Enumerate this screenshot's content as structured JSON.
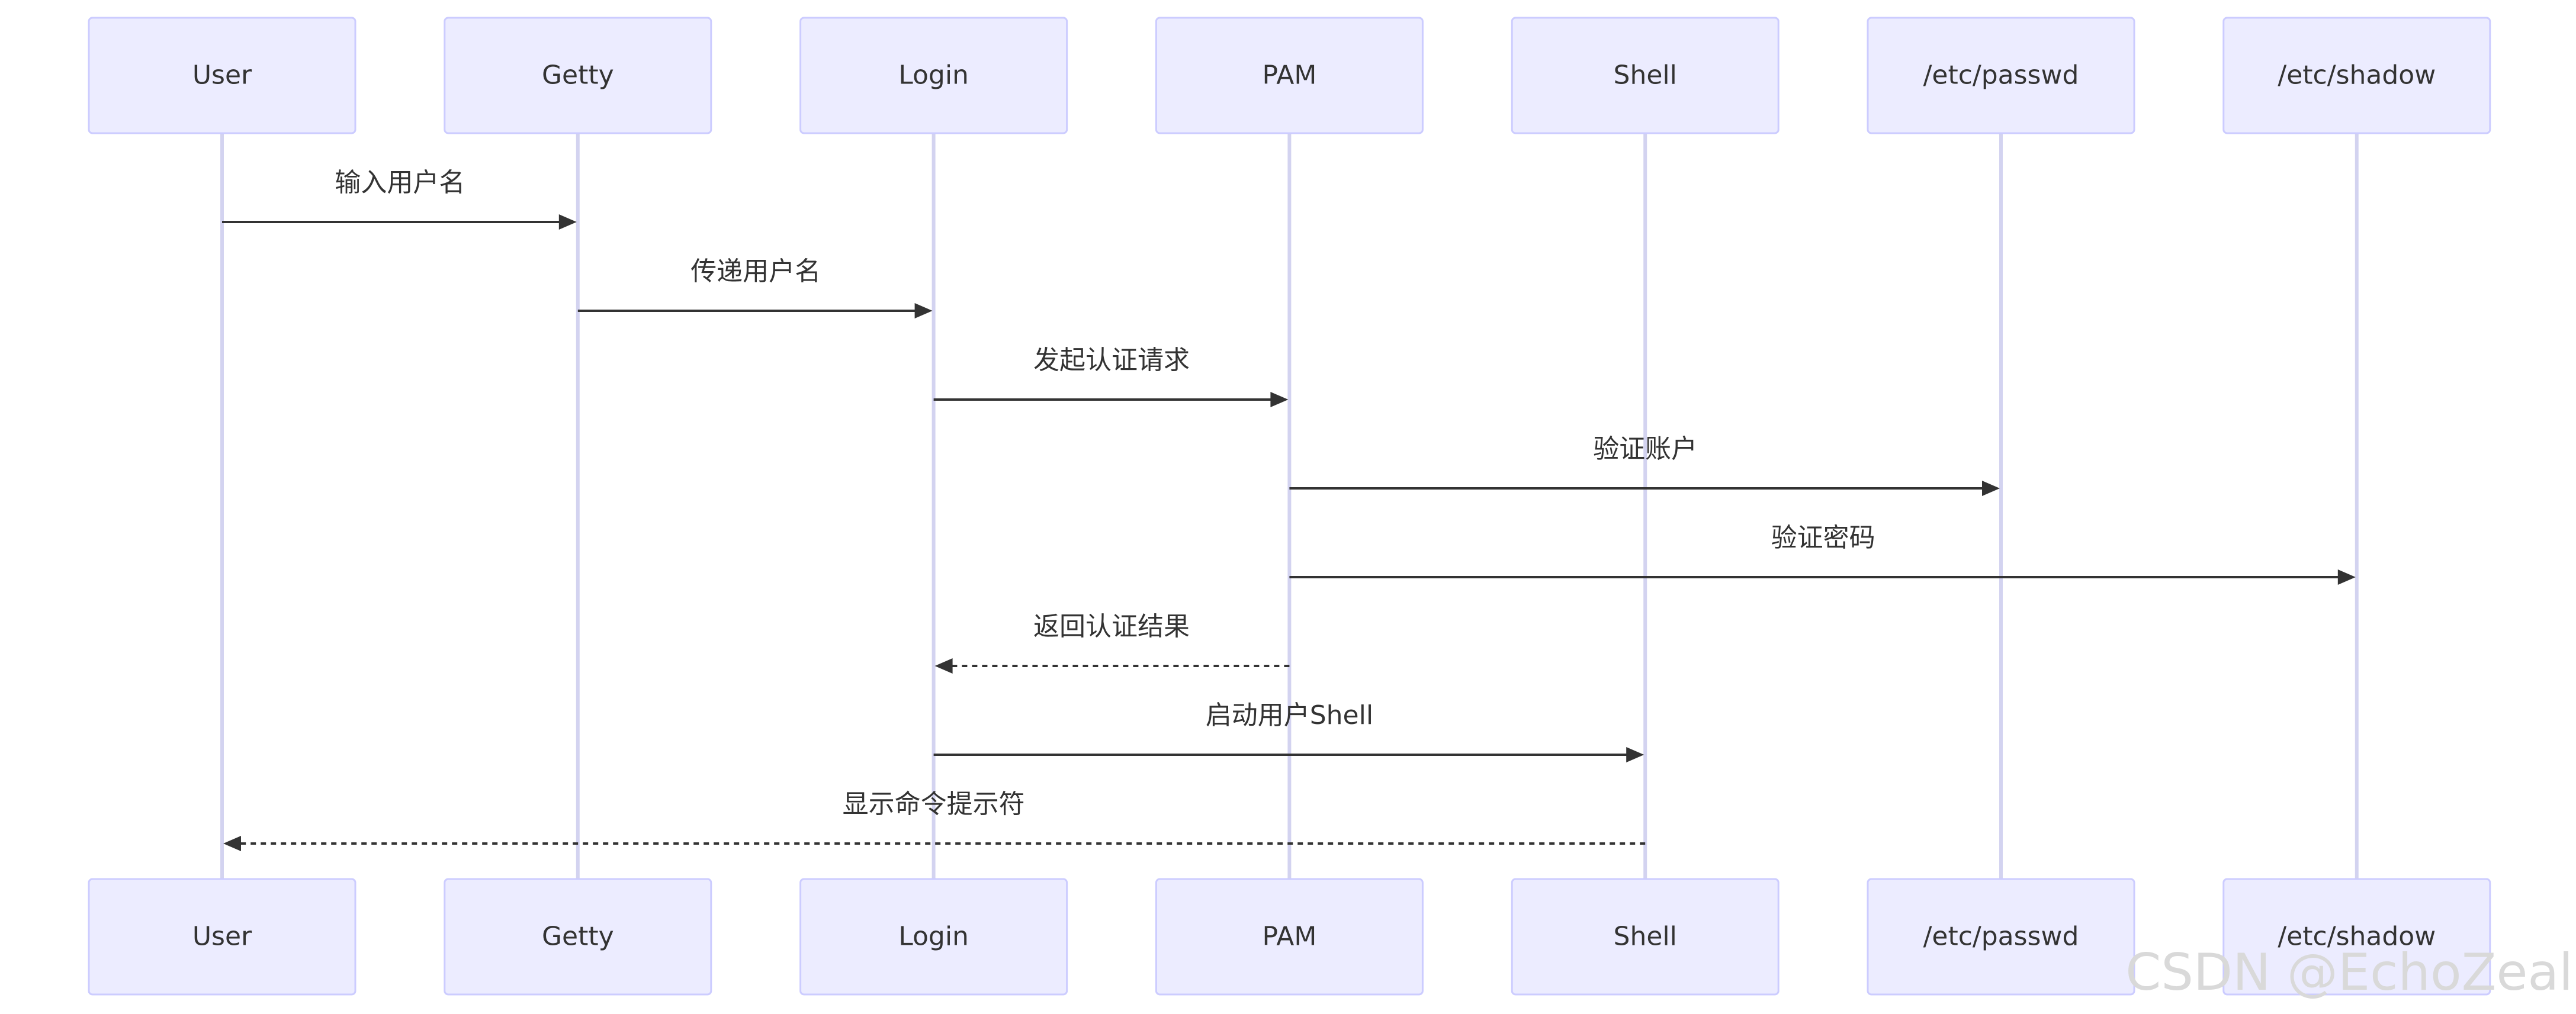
{
  "participants": [
    {
      "id": "user",
      "label": "User"
    },
    {
      "id": "getty",
      "label": "Getty"
    },
    {
      "id": "login",
      "label": "Login"
    },
    {
      "id": "pam",
      "label": "PAM"
    },
    {
      "id": "shell",
      "label": "Shell"
    },
    {
      "id": "passwd",
      "label": "/etc/passwd"
    },
    {
      "id": "shadow",
      "label": "/etc/shadow"
    }
  ],
  "messages": [
    {
      "from": "user",
      "to": "getty",
      "label": "输入用户名",
      "style": "solid"
    },
    {
      "from": "getty",
      "to": "login",
      "label": "传递用户名",
      "style": "solid"
    },
    {
      "from": "login",
      "to": "pam",
      "label": "发起认证请求",
      "style": "solid"
    },
    {
      "from": "pam",
      "to": "passwd",
      "label": "验证账户",
      "style": "solid"
    },
    {
      "from": "pam",
      "to": "shadow",
      "label": "验证密码",
      "style": "solid"
    },
    {
      "from": "pam",
      "to": "login",
      "label": "返回认证结果",
      "style": "dashed"
    },
    {
      "from": "login",
      "to": "shell",
      "label": "启动用户Shell",
      "style": "solid"
    },
    {
      "from": "shell",
      "to": "user",
      "label": "显示命令提示符",
      "style": "dashed"
    }
  ],
  "watermark": "CSDN @EchoZeal",
  "colors": {
    "actor_fill": "#ECECFF",
    "actor_stroke": "#CCCCFF",
    "lifeline": "#D3D3F0",
    "message": "#333333",
    "text": "#333333",
    "watermark": "#d9d9d9"
  }
}
